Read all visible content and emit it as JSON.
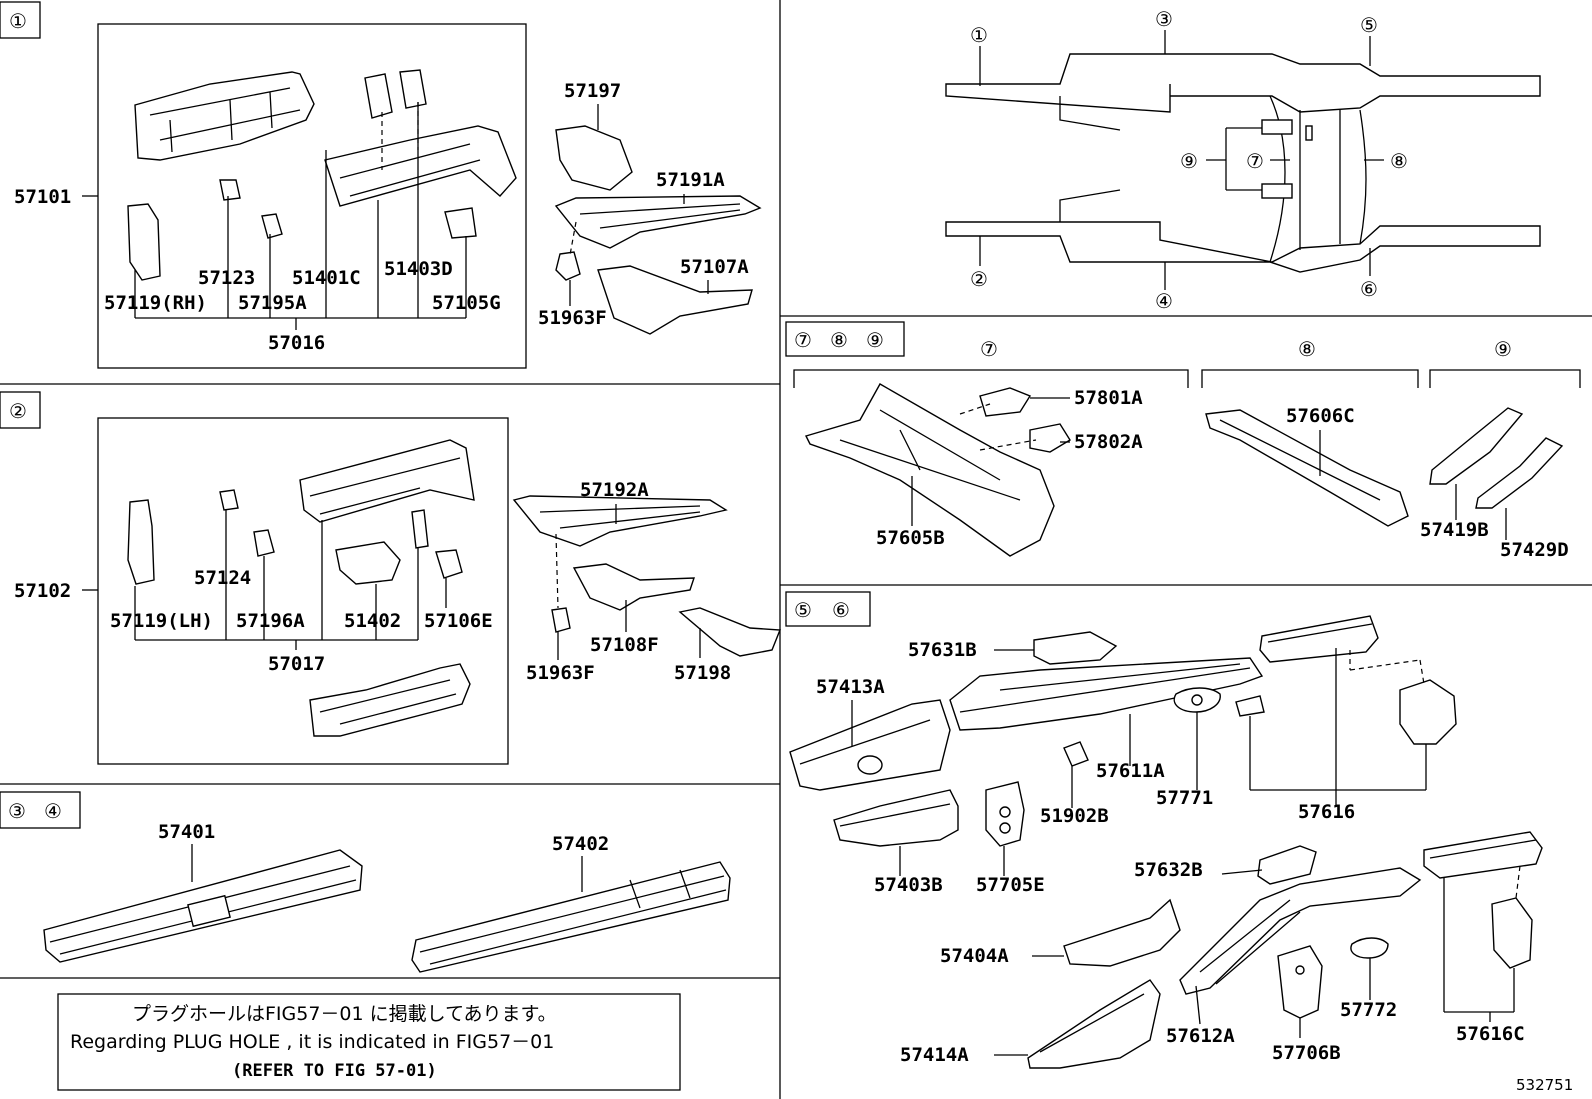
{
  "sections": {
    "s1": {
      "tag": "①",
      "assembly": "57101",
      "sub_assembly": "57016",
      "parts": [
        "57119(RH)",
        "57195A",
        "57123",
        "51401C",
        "51403D",
        "57105G"
      ],
      "side_parts": [
        "57197",
        "57191A",
        "57107A",
        "51963F"
      ]
    },
    "s2": {
      "tag": "②",
      "assembly": "57102",
      "sub_assembly": "57017",
      "parts": [
        "57119(LH)",
        "57196A",
        "57124",
        "51402",
        "57106E"
      ],
      "side_parts": [
        "57192A",
        "57108F",
        "57198",
        "51963F"
      ]
    },
    "s34": {
      "tags": [
        "③",
        "④"
      ],
      "parts": [
        "57401",
        "57402"
      ]
    },
    "note": {
      "jp": "プラグホールはFIG57－01 に掲載してあります。",
      "en": "Regarding PLUG HOLE , it is indicated in FIG57－01",
      "ref": "(REFER TO FIG 57-01)"
    },
    "overview": {
      "callouts": [
        "①",
        "②",
        "③",
        "④",
        "⑤",
        "⑥",
        "⑦",
        "⑧",
        "⑨"
      ]
    },
    "s789": {
      "tags": [
        "⑦",
        "⑧",
        "⑨"
      ],
      "group_headers": [
        "⑦",
        "⑧",
        "⑨"
      ],
      "parts": [
        "57801A",
        "57802A",
        "57605B",
        "57606C",
        "57419B",
        "57429D"
      ]
    },
    "s56": {
      "tags": [
        "⑤",
        "⑥"
      ],
      "parts": [
        "57631B",
        "57413A",
        "57611A",
        "57771",
        "51902B",
        "57616",
        "57403B",
        "57705E",
        "57632B",
        "57404A",
        "57414A",
        "57612A",
        "57706B",
        "57772",
        "57616C"
      ]
    },
    "figure_id": "532751"
  }
}
